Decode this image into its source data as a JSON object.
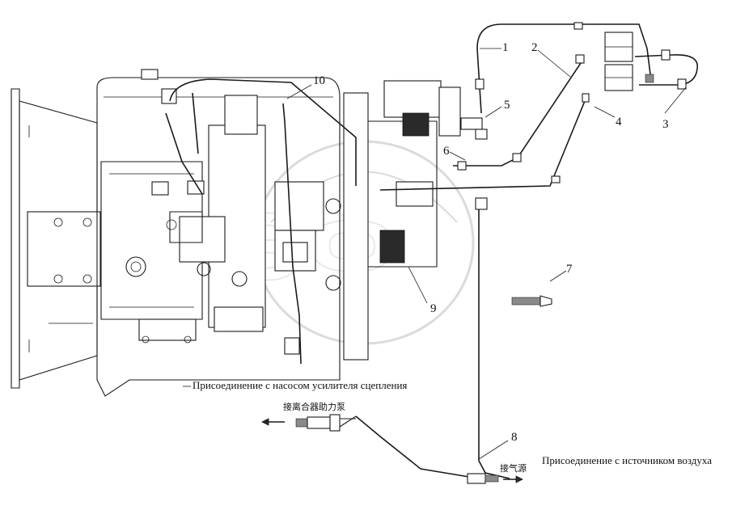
{
  "callouts": [
    "1",
    "2",
    "3",
    "4",
    "5",
    "6",
    "7",
    "8",
    "9",
    "10"
  ],
  "captions": {
    "clutch_booster": "Присоединение с насосом усилителя сцепления",
    "air_source": "Присоединение с источником воздуха"
  },
  "cn_labels": {
    "clutch_booster": "接离合器助力泵",
    "air_source": "接气源"
  },
  "watermark": "ЭФ"
}
